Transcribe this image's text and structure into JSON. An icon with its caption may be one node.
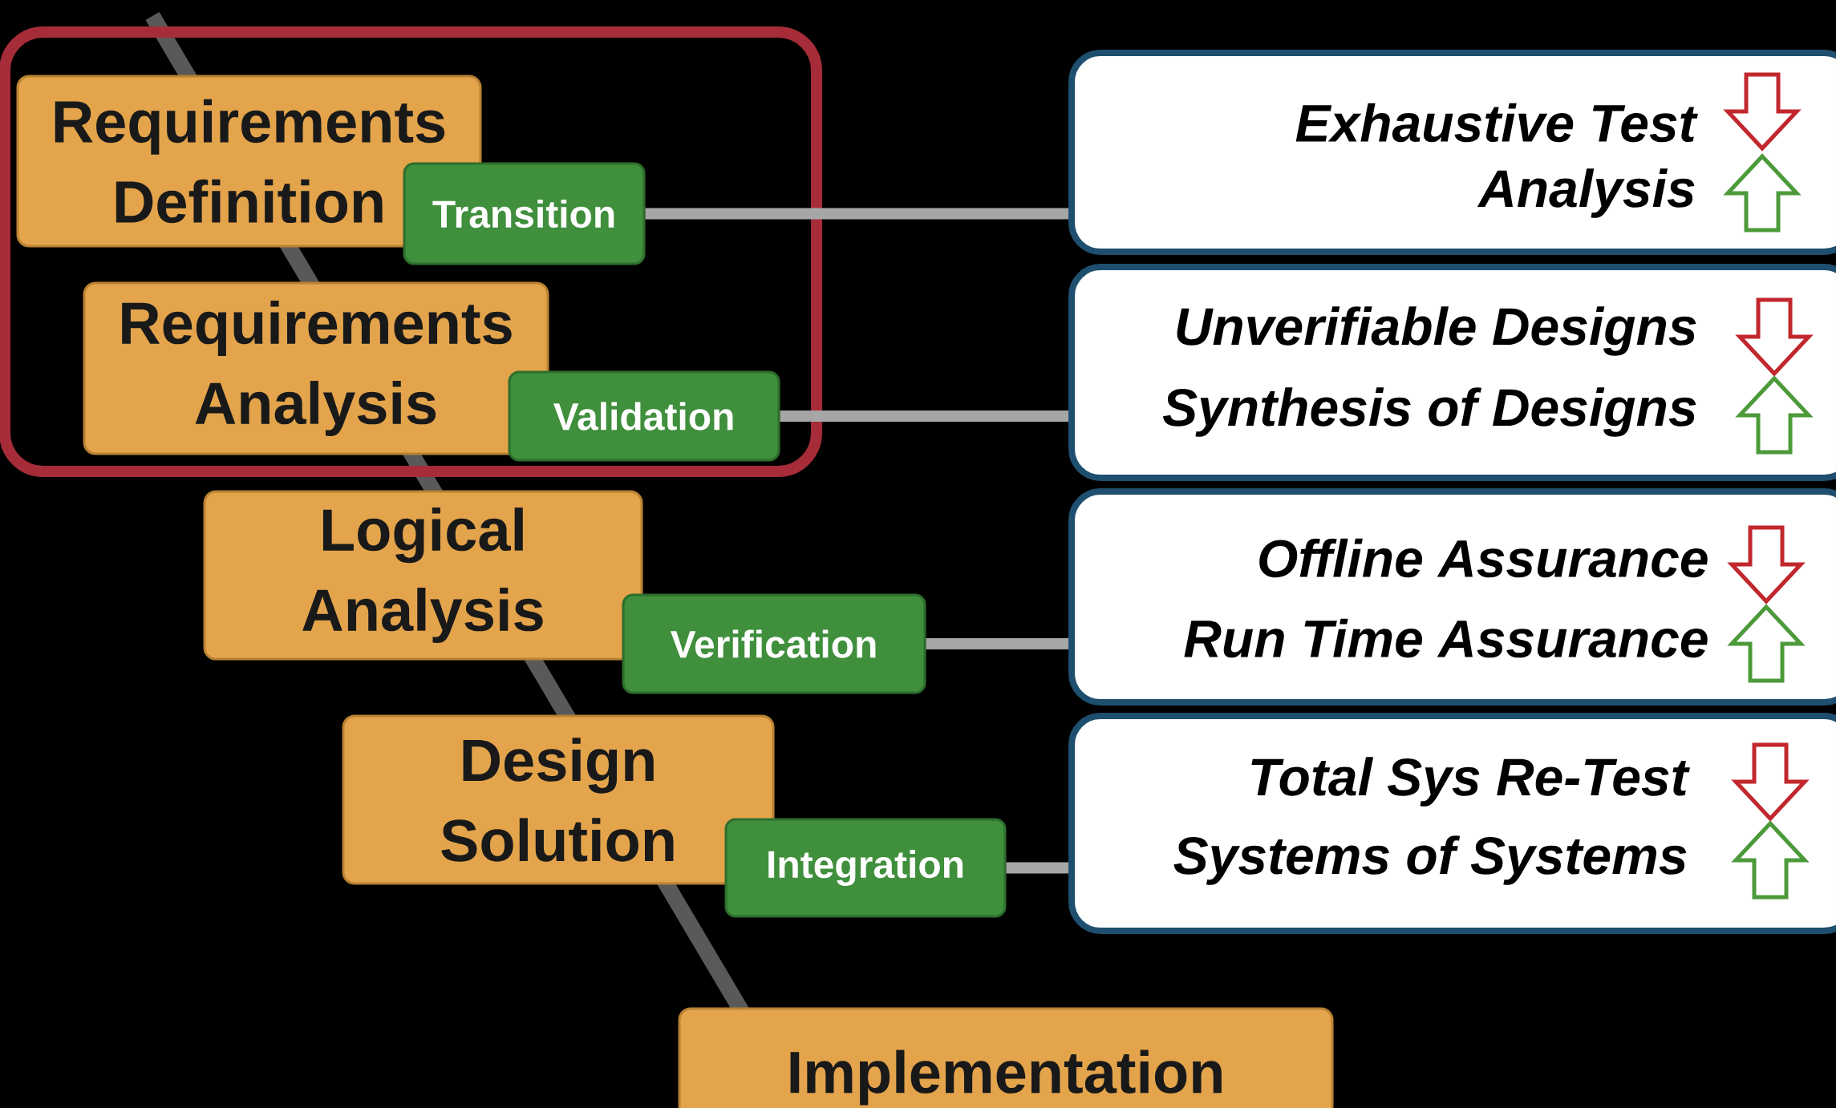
{
  "diagram": {
    "nodes": [
      {
        "text": [],
        "shape": "box"
      },
      {
        "text": [
          "Requirements Definition"
        ],
        "in": 0
      },
      {
        "text": [
          "Transition"
        ],
        "in": 0
      },
      {
        "text": [
          "Requirements Analysis"
        ],
        "in": 0
      },
      {
        "text": [
          "Validation"
        ],
        "in": 0
      },
      {
        "text": [
          "Logical Analysis"
        ]
      },
      {
        "text": [
          "Verification"
        ]
      },
      {
        "text": [
          "Design Solution"
        ]
      },
      {
        "text": [
          "Integration"
        ]
      },
      {
        "text": [
          "Implementation"
        ]
      },
      {
        "text": [
          "Exhaustive Test",
          "Analysis"
        ]
      },
      {
        "text": [
          "Unverifiable Designs",
          "Synthesis of Designs"
        ]
      },
      {
        "text": [
          "Offline Assurance",
          "Run Time Assurance"
        ]
      },
      {
        "text": [
          "Total Sys Re-Test",
          "Systems of Systems"
        ]
      }
    ],
    "edges": [
      {
        "from": 2,
        "to": 10,
        "arrow": "none"
      },
      {
        "from": 4,
        "to": 11,
        "arrow": "none"
      },
      {
        "from": 6,
        "to": 12,
        "arrow": "none"
      },
      {
        "from": 8,
        "to": 13,
        "arrow": "none"
      }
    ]
  }
}
